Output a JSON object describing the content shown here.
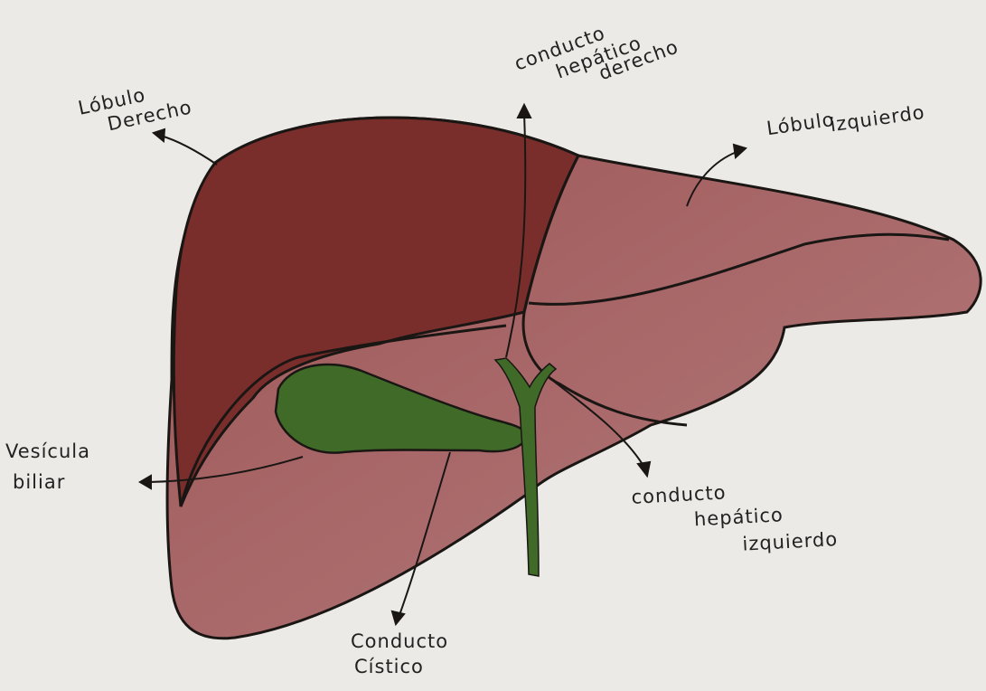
{
  "colors": {
    "paper": "#eceae6",
    "liver_dark": "#7a2e2c",
    "liver_light": "#a8696a",
    "gallbladder": "#3f6a27",
    "outline": "#1a1614"
  },
  "labels": {
    "lobulo_derecho": [
      "Lóbulo",
      "Derecho"
    ],
    "conducto_hepatico_derecho": [
      "conducto",
      "hepático",
      "derecho"
    ],
    "lobulo_izquierdo": [
      "Lóbulo",
      "izquierdo"
    ],
    "vesicula_biliar": [
      "Vesícula",
      "biliar"
    ],
    "conducto_hepatico_izquierdo": [
      "conducto",
      "hepático",
      "izquierdo"
    ],
    "conducto_cistico": [
      "Conducto",
      "Cístico"
    ]
  }
}
